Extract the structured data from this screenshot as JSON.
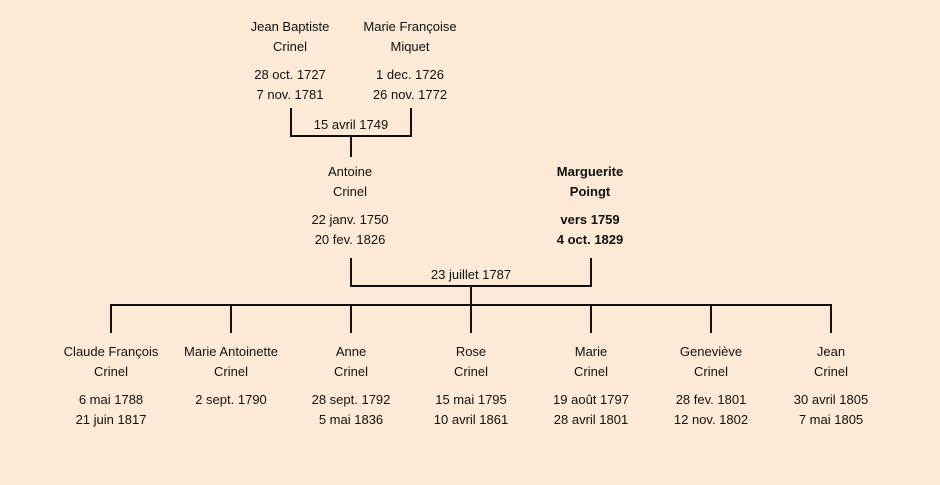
{
  "grandparents": [
    {
      "first": "Jean Baptiste",
      "last": "Crinel",
      "birth": "28 oct. 1727",
      "death": "7 nov. 1781"
    },
    {
      "first": "Marie Françoise",
      "last": "Miquet",
      "birth": "1 dec. 1726",
      "death": "26 nov. 1772"
    }
  ],
  "grandparents_marriage": "15 avril 1749",
  "parents": [
    {
      "first": "Antoine",
      "last": "Crinel",
      "birth": "22 janv. 1750",
      "death": "20 fev. 1826",
      "highlight": false
    },
    {
      "first": "Marguerite",
      "last": "Poingt",
      "birth": "vers 1759",
      "death": "4 oct. 1829",
      "highlight": true
    }
  ],
  "parents_marriage": "23 juillet 1787",
  "children": [
    {
      "first": "Claude François",
      "last": "Crinel",
      "birth": "6 mai 1788",
      "death": "21 juin 1817"
    },
    {
      "first": "Marie Antoinette",
      "last": "Crinel",
      "birth": "2 sept. 1790",
      "death": ""
    },
    {
      "first": "Anne",
      "last": "Crinel",
      "birth": "28 sept. 1792",
      "death": "5 mai 1836"
    },
    {
      "first": "Rose",
      "last": "Crinel",
      "birth": "15 mai 1795",
      "death": "10 avril 1861"
    },
    {
      "first": "Marie",
      "last": "Crinel",
      "birth": "19 août 1797",
      "death": "28 avril 1801"
    },
    {
      "first": "Geneviève",
      "last": "Crinel",
      "birth": "28 fev. 1801",
      "death": "12 nov. 1802"
    },
    {
      "first": "Jean",
      "last": "Crinel",
      "birth": "30 avril 1805",
      "death": "7 mai 1805"
    }
  ]
}
